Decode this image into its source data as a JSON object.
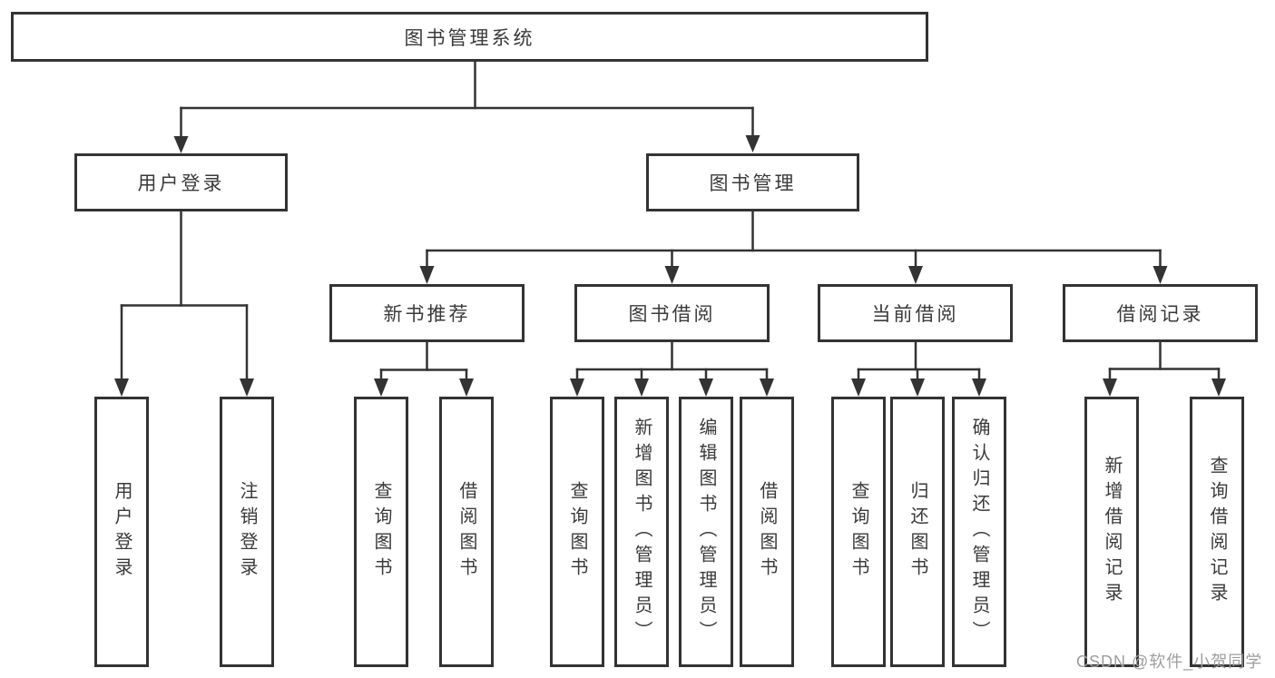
{
  "diagram": {
    "root": {
      "label": "图书管理系统"
    },
    "branches": [
      {
        "label": "用户登录",
        "children": [
          {
            "label": "用户登录"
          },
          {
            "label": "注销登录"
          }
        ]
      },
      {
        "label": "图书管理",
        "children": [
          {
            "label": "新书推荐",
            "children": [
              {
                "label": "查询图书"
              },
              {
                "label": "借阅图书"
              }
            ]
          },
          {
            "label": "图书借阅",
            "children": [
              {
                "label": "查询图书"
              },
              {
                "label": "新增图书（管理员）"
              },
              {
                "label": "编辑图书（管理员）"
              },
              {
                "label": "借阅图书"
              }
            ]
          },
          {
            "label": "当前借阅",
            "children": [
              {
                "label": "查询图书"
              },
              {
                "label": "归还图书"
              },
              {
                "label": "确认归还（管理员）"
              }
            ]
          },
          {
            "label": "借阅记录",
            "children": [
              {
                "label": "新增借阅记录"
              },
              {
                "label": "查询借阅记录"
              }
            ]
          }
        ]
      }
    ]
  },
  "watermark": "CSDN @软件_小贺同学",
  "colors": {
    "line": "#333333",
    "box_border": "#333333",
    "text": "#3a3a3a",
    "watermark": "#9e9e9e",
    "background": "#ffffff"
  }
}
